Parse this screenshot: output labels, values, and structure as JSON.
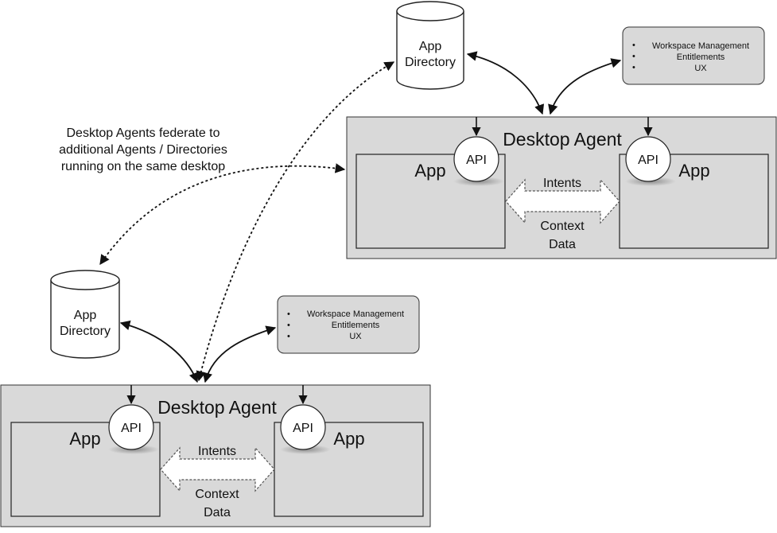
{
  "note": {
    "lines": [
      "Desktop Agents federate to",
      "additional Agents /  Directories",
      "running on the same desktop"
    ]
  },
  "cluster_top": {
    "directory": {
      "line1": "App",
      "line2": "Directory"
    },
    "workspace": {
      "items": [
        "Workspace Management",
        "Entitlements",
        "UX"
      ]
    },
    "agent": {
      "title": "Desktop Agent",
      "app_left": "App",
      "app_right": "App",
      "api_left": "API",
      "api_right": "API",
      "intents": "Intents",
      "context_line1": "Context",
      "context_line2": "Data"
    }
  },
  "cluster_bottom": {
    "directory": {
      "line1": "App",
      "line2": "Directory"
    },
    "workspace": {
      "items": [
        "Workspace Management",
        "Entitlements",
        "UX"
      ]
    },
    "agent": {
      "title": "Desktop Agent",
      "app_left": "App",
      "app_right": "App",
      "api_left": "API",
      "api_right": "API",
      "intents": "Intents",
      "context_line1": "Context",
      "context_line2": "Data"
    }
  },
  "colors": {
    "box_fill": "#d9d9d9",
    "stroke": "#222222",
    "background": "#ffffff"
  }
}
